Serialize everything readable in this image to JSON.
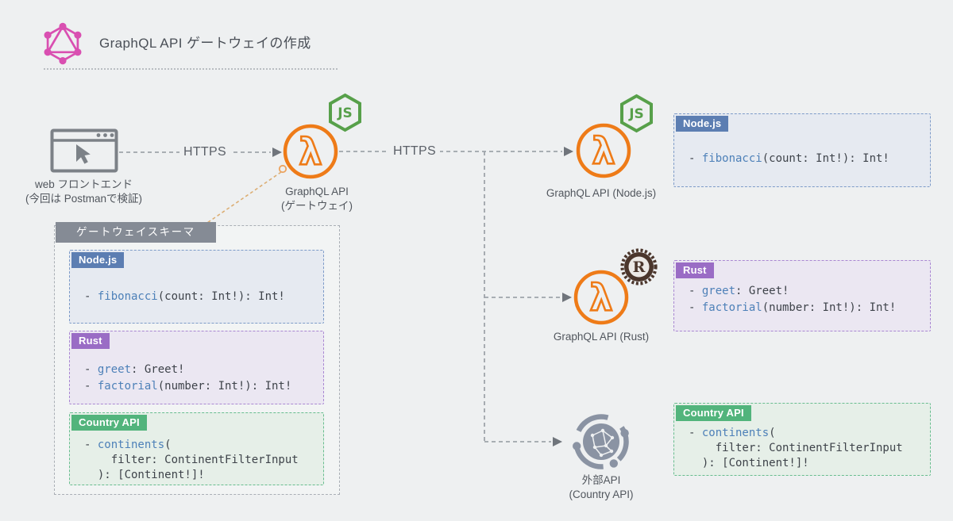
{
  "header": {
    "title": "GraphQL API ゲートウェイの作成"
  },
  "frontend": {
    "line1": "web フロントエンド",
    "line2": "(今回は Postmanで検証)"
  },
  "edges": {
    "https_left": "HTTPS",
    "https_right": "HTTPS"
  },
  "nodes": {
    "gateway": {
      "line1": "GraphQL API",
      "line2": "(ゲートウェイ)"
    },
    "node": {
      "label": "GraphQL API (Node.js)"
    },
    "rust": {
      "label": "GraphQL API (Rust)"
    },
    "external": {
      "line1": "外部API",
      "line2": "(Country API)"
    }
  },
  "gateway_schema": {
    "label": "ゲートウェイスキーマ"
  },
  "boxes": {
    "node": {
      "tab": "Node.js",
      "lines": [
        {
          "pre": "- ",
          "fn": "fibonacci",
          "rest": "(count: Int!): Int!"
        }
      ]
    },
    "rust": {
      "tab": "Rust",
      "lines": [
        {
          "pre": "- ",
          "fn": "greet",
          "rest": ": Greet!"
        },
        {
          "pre": "- ",
          "fn": "factorial",
          "rest": "(number: Int!): Int!"
        }
      ]
    },
    "country": {
      "tab": "Country API",
      "lines": [
        {
          "pre": "- ",
          "fn": "continents",
          "rest": "("
        },
        {
          "pre": "    ",
          "fn": "",
          "rest": "filter: ContinentFilterInput"
        },
        {
          "pre": "  ",
          "fn": "",
          "rest": "): [Continent!]!"
        }
      ]
    }
  },
  "icons": {
    "graphql": "graphql-logo-icon",
    "browser": "browser-window-icon",
    "lambda": "aws-lambda-icon",
    "nodejs": "nodejs-hexagon-badge-icon",
    "rust": "rust-gear-badge-icon",
    "external": "external-api-globe-icon"
  },
  "colors": {
    "page_bg": "#eef0f1",
    "graphql_pink": "#d94fb1",
    "lambda_orange": "#ee7b18",
    "nodejs_green": "#57a04a",
    "rust_brown": "#4b362c",
    "icon_gray": "#8a93a3",
    "node_accent": "#5c7eb2",
    "rust_accent": "#9a6cc5",
    "country_accent": "#52b47c",
    "schema_label_bg": "#858b95",
    "code_fn_blue": "#4d80b8",
    "wire_gray": "#9fa4aa",
    "wire_orange": "#dcae74"
  }
}
